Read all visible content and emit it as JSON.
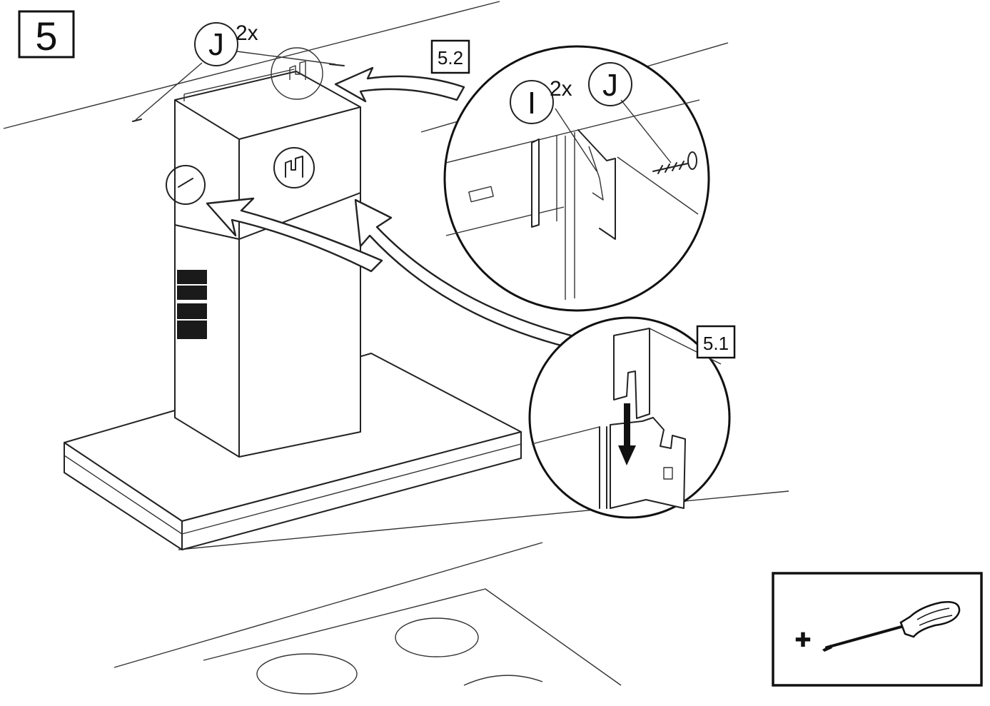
{
  "step": {
    "number": "5"
  },
  "callouts": {
    "top_part_letter": "J",
    "top_part_qty": "2x",
    "detail_52_label": "5.2",
    "detail_52_part_i": "I",
    "detail_52_qty": "2x",
    "detail_52_part_j": "J",
    "detail_51_label": "5.1"
  },
  "tools": {
    "phillips_symbol": "✚",
    "icons": [
      "phillips-icon",
      "screwdriver-icon"
    ]
  },
  "colors": {
    "line": "#222222",
    "background": "#ffffff"
  }
}
